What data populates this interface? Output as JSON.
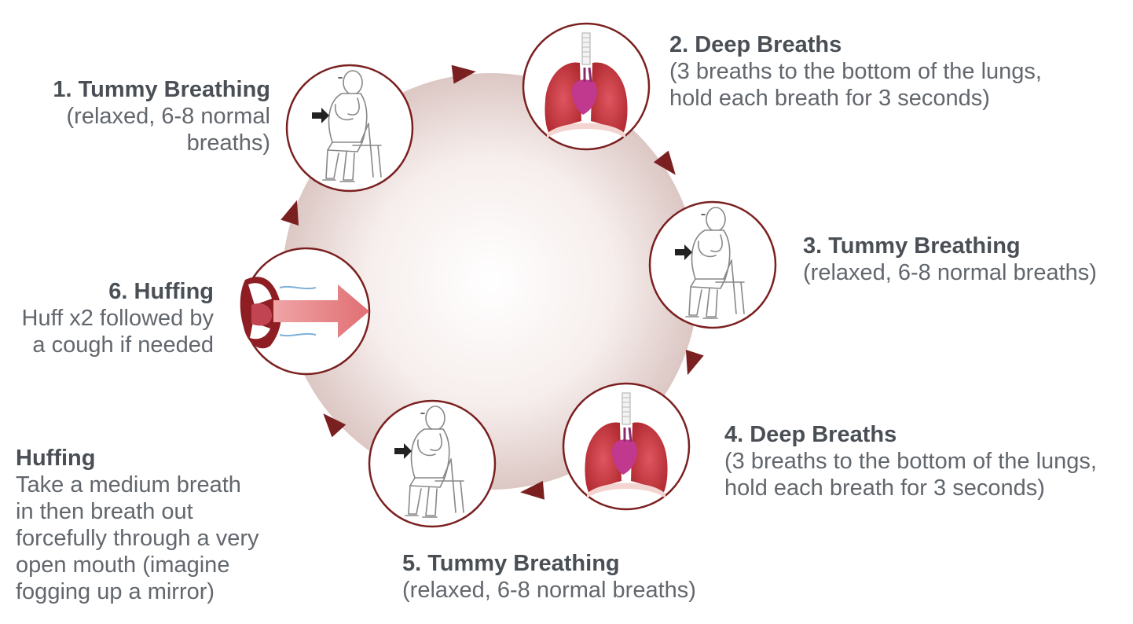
{
  "steps": [
    {
      "title": "1. Tummy Breathing",
      "desc_lines": [
        "(relaxed, 6-8 normal",
        "breaths)"
      ],
      "icon": "seated-person-icon"
    },
    {
      "title": "2. Deep Breaths",
      "desc_lines": [
        "(3 breaths to the bottom of the lungs,",
        "hold each breath for 3 seconds)"
      ],
      "icon": "lungs-icon"
    },
    {
      "title": "3. Tummy Breathing",
      "desc_lines": [
        "(relaxed, 6-8 normal breaths)"
      ],
      "icon": "seated-person-icon"
    },
    {
      "title": "4. Deep Breaths",
      "desc_lines": [
        "(3 breaths to the bottom of the lungs,",
        "hold each breath for 3 seconds)"
      ],
      "icon": "lungs-icon"
    },
    {
      "title": "5. Tummy Breathing",
      "desc_lines": [
        "(relaxed, 6-8 normal breaths)"
      ],
      "icon": "seated-person-icon"
    },
    {
      "title": "6. Huffing",
      "desc_lines": [
        "Huff x2 followed by",
        "a cough if needed"
      ],
      "icon": "huffing-mouth-icon"
    }
  ],
  "note": {
    "title": "Huffing",
    "desc_lines": [
      "Take a medium breath",
      "in then breath out",
      "forcefully through a very",
      "open mouth (imagine",
      "fogging up a mirror)"
    ]
  },
  "colors": {
    "ring": "#7b2020",
    "circle_center": "#ffffff",
    "circle_edge": "#d9c4c1",
    "lungs": "#c2363a",
    "heart": "#c0398e",
    "title_text": "#4a4f55",
    "desc_text": "#62676d"
  }
}
